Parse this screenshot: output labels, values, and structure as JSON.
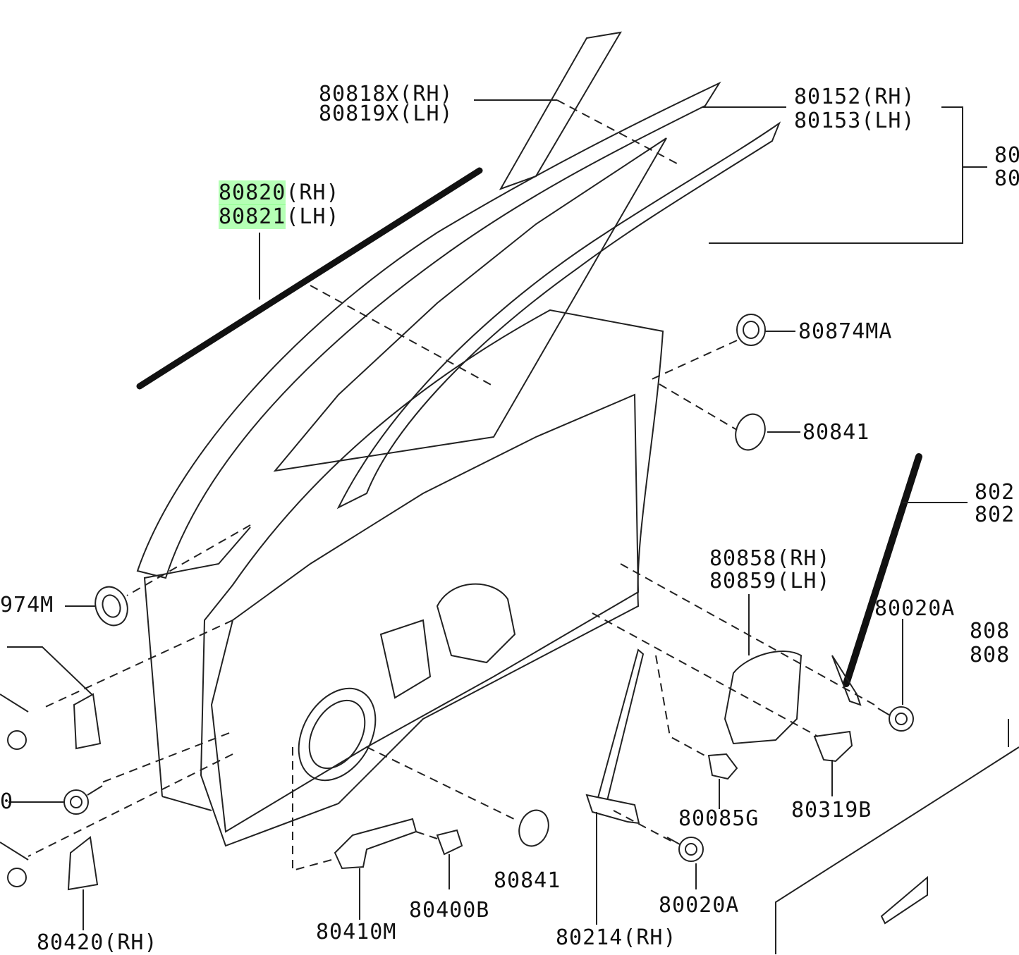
{
  "colors": {
    "highlight": "#7dff7d",
    "ink": "#111111",
    "background": "#ffffff"
  },
  "labels": {
    "p80818x": "80818X(RH)",
    "p80819x": "80819X(LH)",
    "p80152": "80152(RH)",
    "p80153": "80153(LH)",
    "p80820_num": "80820",
    "p80820_side": "(RH)",
    "p80821_num": "80821",
    "p80821_side": "(LH)",
    "p80874ma": "80874MA",
    "p80841_top": "80841",
    "p80858": "80858(RH)",
    "p80859": "80859(LH)",
    "p80020a_right": "80020A",
    "p80874m_cut": "974M",
    "p80085g": "80085G",
    "p80319b": "80319B",
    "p80841_bottom": "80841",
    "p80400b": "80400B",
    "p80410m": "80410M",
    "p80420": "80420(RH)",
    "p80214": "80214(RH)",
    "p80020a_bottom": "80020A",
    "cut_right_1": "80",
    "cut_right_2": "80",
    "cut_right_3": "802",
    "cut_right_4": "802",
    "cut_right_5": "808",
    "cut_right_6": "808",
    "cut_left_1": "0"
  }
}
